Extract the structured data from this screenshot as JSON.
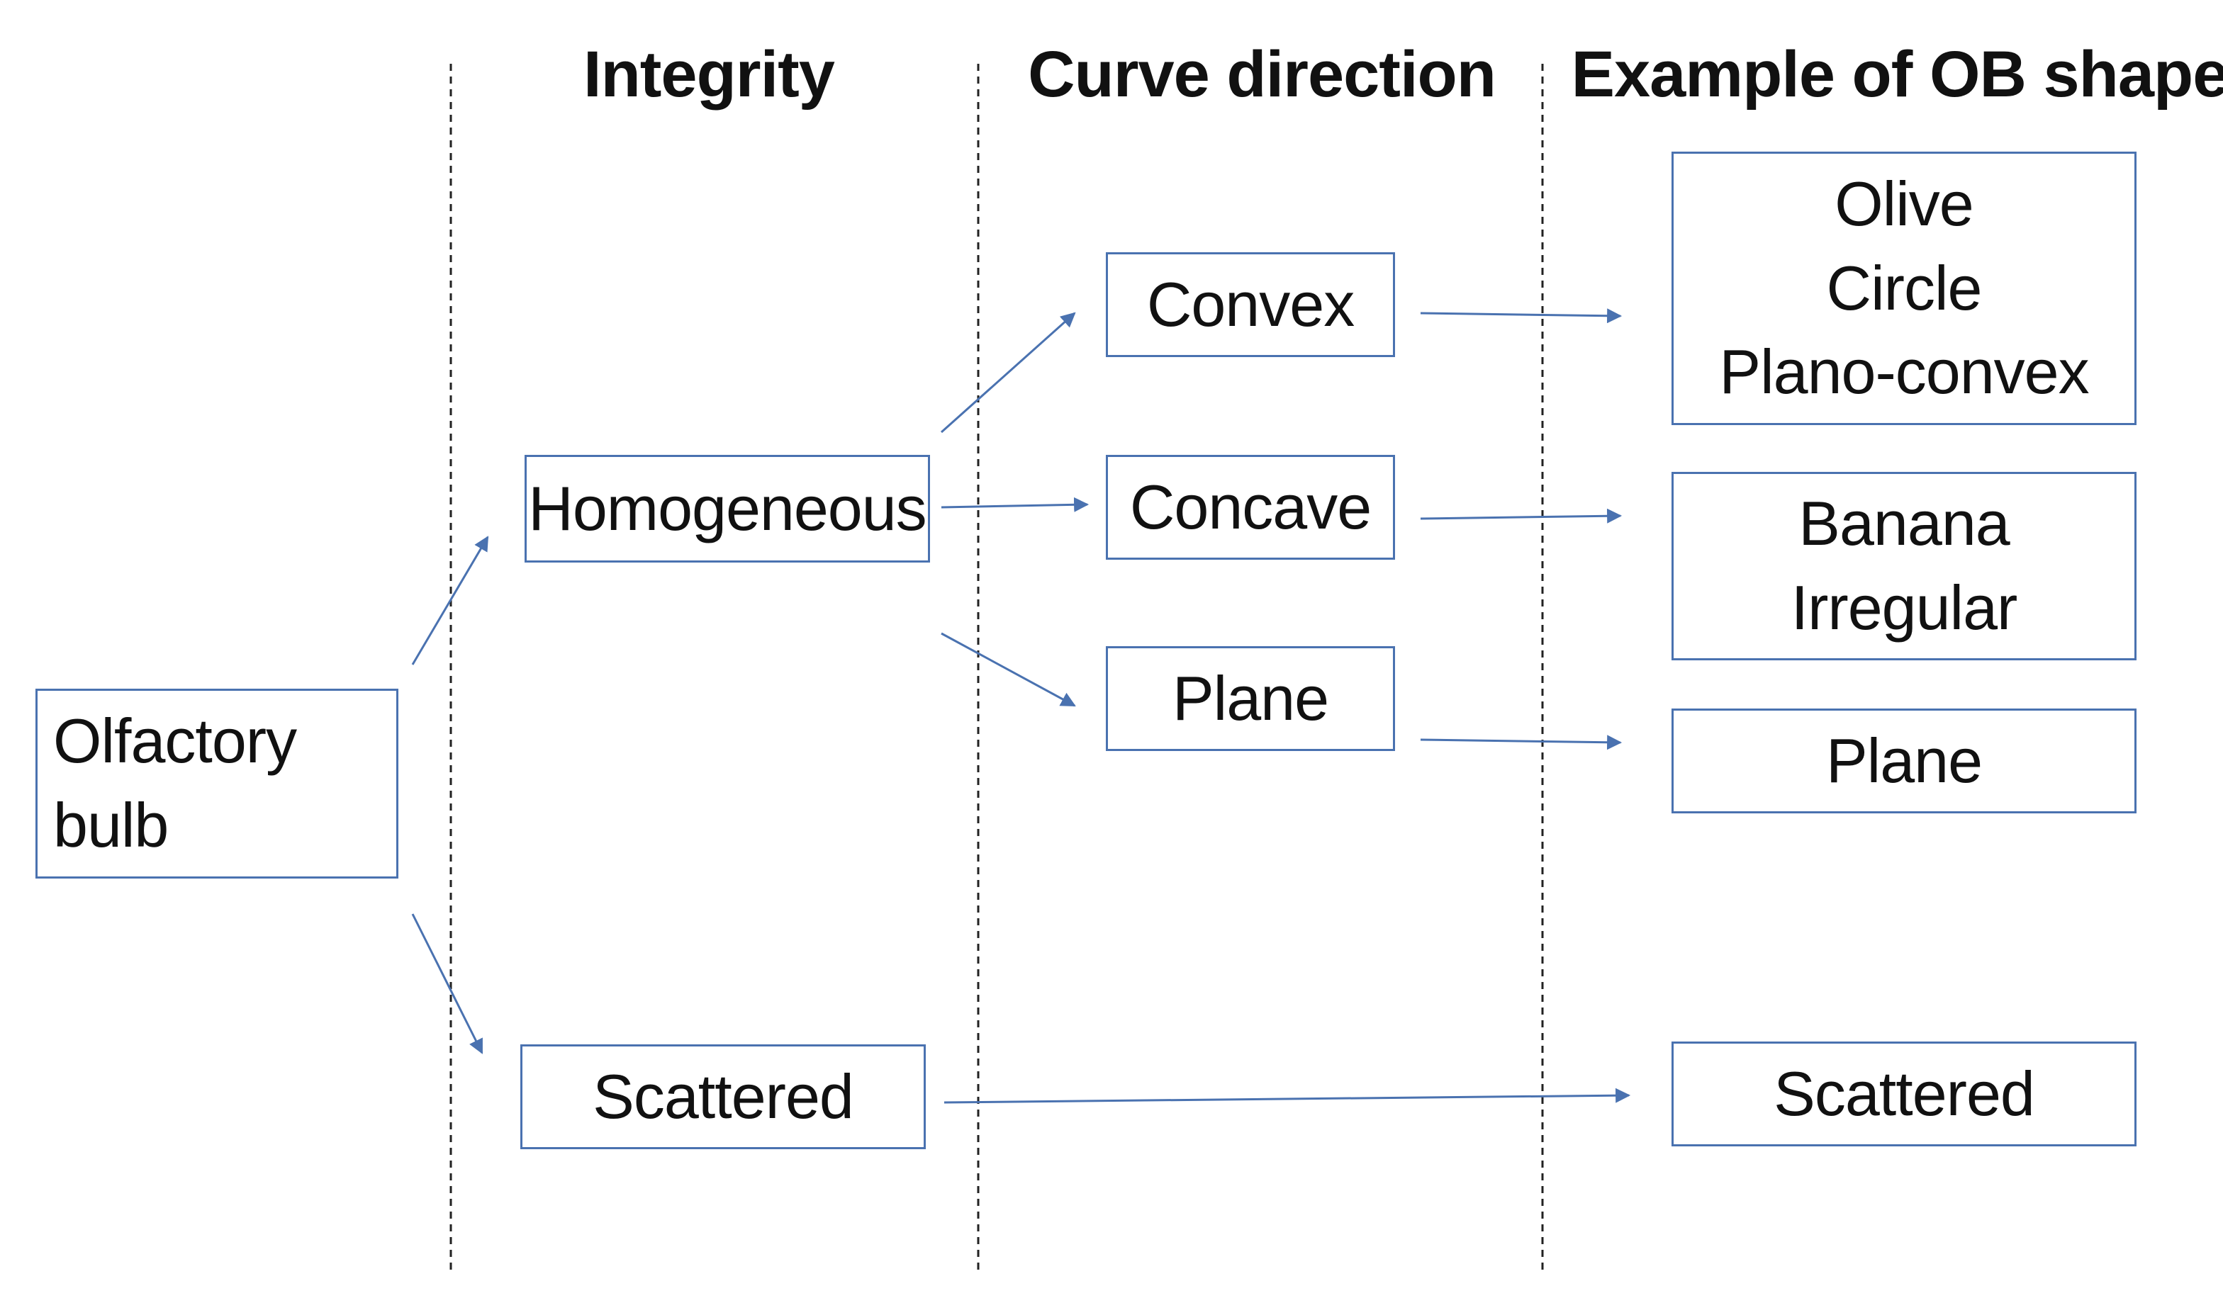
{
  "headers": {
    "integrity": "Integrity",
    "curve_direction": "Curve direction",
    "example_shape": "Example of OB shape"
  },
  "nodes": {
    "root": {
      "lines": [
        "Olfactory",
        "bulb"
      ]
    },
    "homogeneous": {
      "label": "Homogeneous"
    },
    "scattered_integrity": {
      "label": "Scattered"
    },
    "convex": {
      "label": "Convex"
    },
    "concave": {
      "label": "Concave"
    },
    "plane_curve": {
      "label": "Plane"
    },
    "shapes_convex": {
      "lines": [
        "Olive",
        "Circle",
        "Plano-convex"
      ]
    },
    "shapes_concave": {
      "lines": [
        "Banana",
        "Irregular"
      ]
    },
    "shapes_plane": {
      "label": "Plane"
    },
    "shapes_scattered": {
      "label": "Scattered"
    }
  },
  "edges": [
    {
      "from": "Olfactory bulb",
      "to": "Homogeneous"
    },
    {
      "from": "Olfactory bulb",
      "to": "Scattered"
    },
    {
      "from": "Homogeneous",
      "to": "Convex"
    },
    {
      "from": "Homogeneous",
      "to": "Concave"
    },
    {
      "from": "Homogeneous",
      "to": "Plane"
    },
    {
      "from": "Convex",
      "to": "Olive / Circle / Plano-convex"
    },
    {
      "from": "Concave",
      "to": "Banana / Irregular"
    },
    {
      "from": "Plane",
      "to": "Plane"
    },
    {
      "from": "Scattered",
      "to": "Scattered"
    }
  ],
  "colors": {
    "box_border": "#4a72b0",
    "arrow": "#4a72b0",
    "divider": "#222222",
    "text": "#111111"
  }
}
